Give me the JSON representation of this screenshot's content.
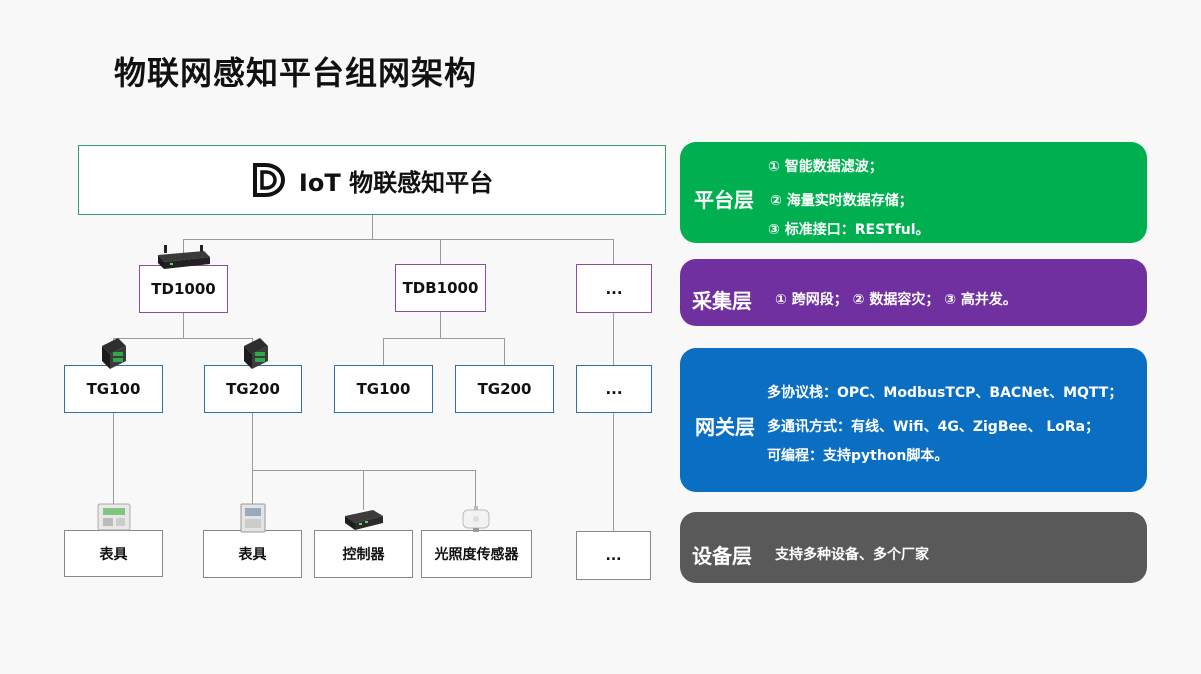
{
  "title": "物联网感知平台组网架构",
  "platform": {
    "label": "IoT 物联感知平台"
  },
  "collectors": [
    {
      "label": "TD1000"
    },
    {
      "label": "TDB1000"
    },
    {
      "label": "..."
    }
  ],
  "gateways": [
    {
      "label": "TG100"
    },
    {
      "label": "TG200"
    },
    {
      "label": "TG100"
    },
    {
      "label": "TG200"
    },
    {
      "label": "..."
    }
  ],
  "devices": [
    {
      "label": "表具"
    },
    {
      "label": "表具"
    },
    {
      "label": "控制器"
    },
    {
      "label": "光照度传感器"
    },
    {
      "label": "..."
    }
  ],
  "layers": {
    "platform": {
      "name": "平台层",
      "lines": [
        "① 智能数据滤波；",
        "② 海量实时数据存储；",
        "③ 标准接口：RESTful。"
      ]
    },
    "collect": {
      "name": "采集层",
      "line": "① 跨网段； ② 数据容灾； ③ 高并发。"
    },
    "gateway": {
      "name": "网关层",
      "lines": [
        "多协议栈：OPC、ModbusTCP、BACNet、MQTT；",
        "多通讯方式：有线、Wifi、4G、ZigBee、 LoRa；",
        "可编程：支持python脚本。"
      ]
    },
    "device": {
      "name": "设备层",
      "line": "支持多种设备、多个厂家"
    }
  },
  "colors": {
    "platform_layer": "#00b050",
    "collect_layer": "#7030a0",
    "gateway_layer": "#0a6fc2",
    "device_layer": "#595959"
  }
}
